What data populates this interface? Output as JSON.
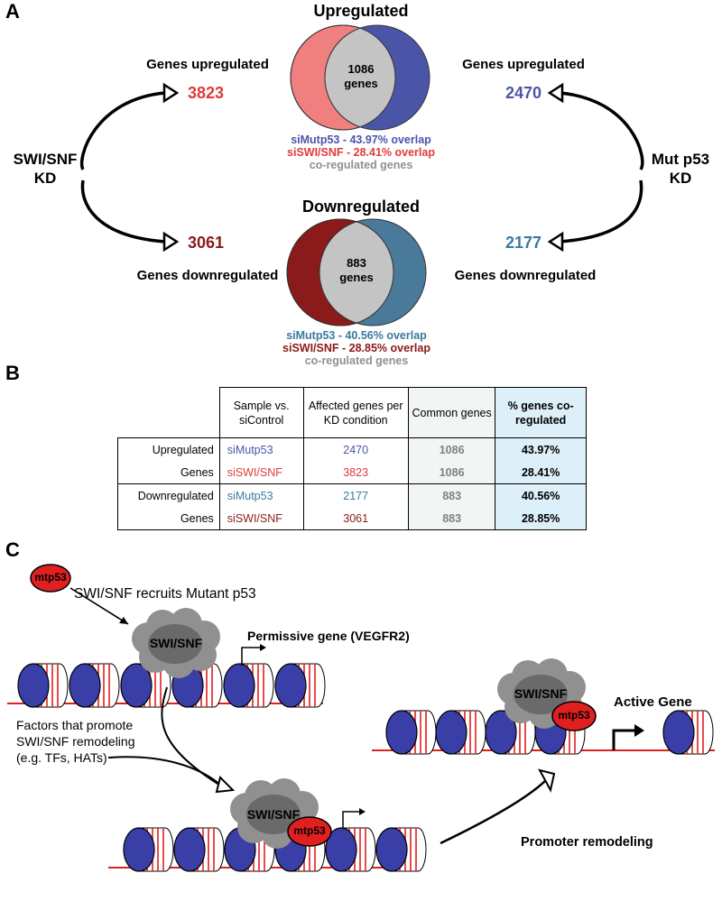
{
  "panels": {
    "a": "A",
    "b": "B",
    "c": "C"
  },
  "panel_a": {
    "up": {
      "title": "Upregulated",
      "overlap_count": "1086",
      "overlap_unit": "genes",
      "line1": "siMutp53 - 43.97% overlap",
      "line2": "siSWI/SNF - 28.41% overlap",
      "line3": "co-regulated genes"
    },
    "down": {
      "title": "Downregulated",
      "overlap_count": "883",
      "overlap_unit": "genes",
      "line1": "siMutp53 - 40.56% overlap",
      "line2": "siSWI/SNF - 28.85% overlap",
      "line3": "co-regulated genes"
    },
    "left": {
      "kd_line1": "SWI/SNF",
      "kd_line2": "KD",
      "up_label": "Genes upregulated",
      "up_value": "3823",
      "down_label": "Genes downregulated",
      "down_value": "3061"
    },
    "right": {
      "kd_line1": "Mut p53",
      "kd_line2": "KD",
      "up_label": "Genes upregulated",
      "up_value": "2470",
      "down_label": "Genes downregulated",
      "down_value": "2177"
    }
  },
  "table": {
    "headers": [
      "Sample vs. siControl",
      "Affected genes per KD condition",
      "Common genes",
      "% genes co-regulated"
    ],
    "rows": [
      {
        "group": "Upregulated",
        "sample": "siMutp53",
        "affected": "2470",
        "common": "1086",
        "pct": "43.97%"
      },
      {
        "group": "Genes",
        "sample": "siSWI/SNF",
        "affected": "3823",
        "common": "1086",
        "pct": "28.41%"
      },
      {
        "group": "Downregulated",
        "sample": "siMutp53",
        "affected": "2177",
        "common": "883",
        "pct": "40.56%"
      },
      {
        "group": "Genes",
        "sample": "siSWI/SNF",
        "affected": "3061",
        "common": "883",
        "pct": "28.85%"
      }
    ]
  },
  "panel_c": {
    "mtp53": "mtp53",
    "recruit_text": "SWI/SNF recruits Mutant p53",
    "swisnf": "SWI/SNF",
    "permissive_gene": "Permissive gene (VEGFR2)",
    "factors_line1": "Factors that promote",
    "factors_line2": "SWI/SNF remodeling",
    "factors_line3": "(e.g. TFs, HATs)",
    "promoter_remodeling": "Promoter remodeling",
    "active_gene": "Active Gene"
  },
  "colors": {
    "up_swisnf": "#e03a3a",
    "up_mutp53": "#4a55a8",
    "down_swisnf": "#8b1a1a",
    "down_mutp53": "#3a7aa0",
    "venn_overlap": "#c4c4c4",
    "nucleosome": "#3a3fa8",
    "dna": "#e02020",
    "mtp53": "#e02020",
    "swisnf_cloud": "#909090"
  }
}
